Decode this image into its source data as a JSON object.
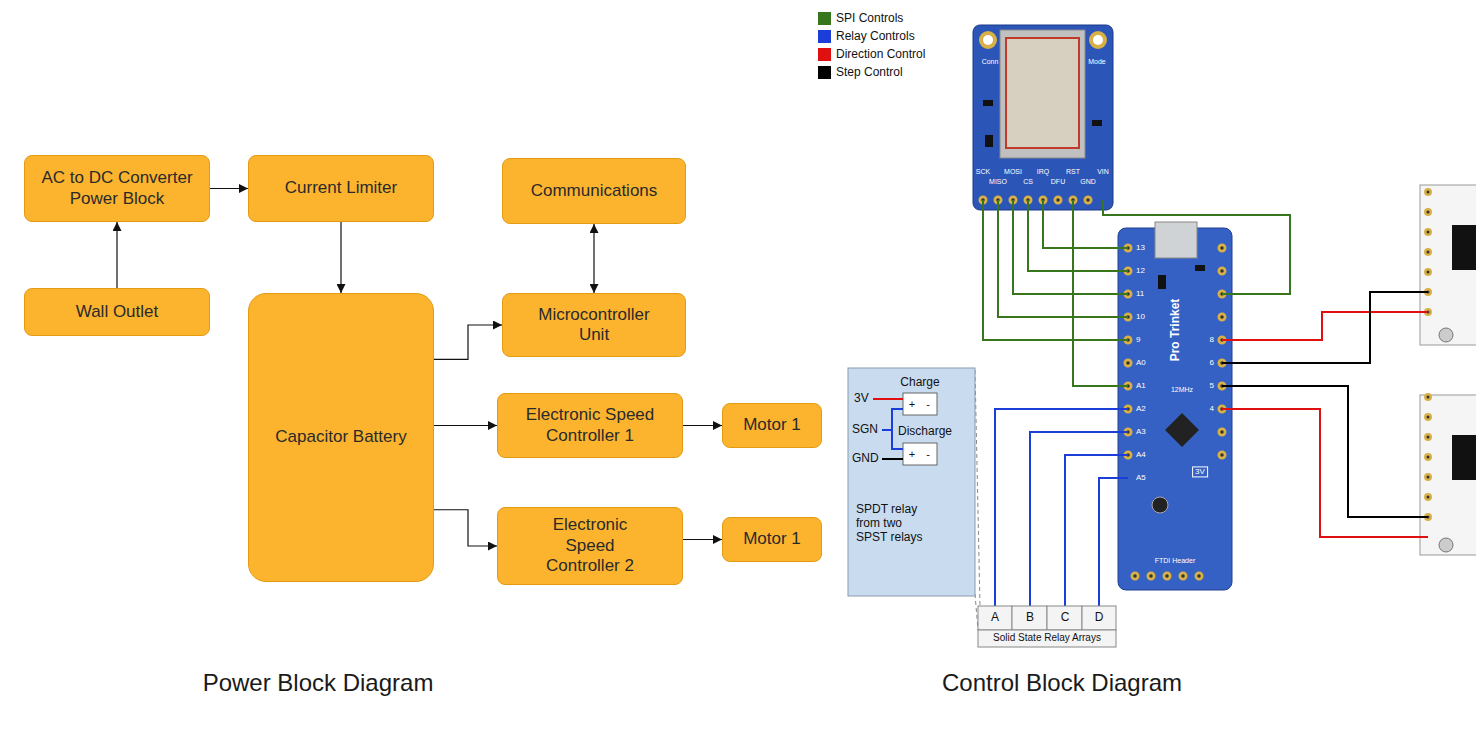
{
  "diagram": {
    "nodes": [
      {
        "text": [
          "AC to DC Converter Power Block"
        ]
      },
      {
        "text": [
          "Current Limiter"
        ]
      },
      {
        "text": [
          "Communications"
        ]
      },
      {
        "text": [
          "Wall Outlet"
        ]
      },
      {
        "text": [
          "Capacitor Battery"
        ]
      },
      {
        "text": [
          "Microcontroller Unit"
        ]
      },
      {
        "text": [
          "Electronic Speed Controller 1"
        ]
      },
      {
        "text": [
          "Motor 1"
        ]
      },
      {
        "text": [
          "Electronic Speed Controller 2"
        ]
      },
      {
        "text": [
          "Motor 1"
        ]
      }
    ],
    "edges": [
      {
        "from": 3,
        "to": 0,
        "arrow": "to"
      },
      {
        "from": 0,
        "to": 1,
        "arrow": "to"
      },
      {
        "from": 1,
        "to": 4,
        "arrow": "to"
      },
      {
        "from": 4,
        "to": 5,
        "arrow": "to"
      },
      {
        "from": 5,
        "to": 2,
        "arrow": "both"
      },
      {
        "from": 4,
        "to": 6,
        "arrow": "to"
      },
      {
        "from": 4,
        "to": 8,
        "arrow": "to"
      },
      {
        "from": 6,
        "to": 7,
        "arrow": "to"
      },
      {
        "from": 8,
        "to": 9,
        "arrow": "to"
      }
    ],
    "labels": [
      "Power Block Diagram",
      "Control Block Diagram",
      "Conn",
      "Mode",
      "SCK",
      "MISO",
      "MOSI",
      "CS",
      "IRQ",
      "DFU",
      "RST",
      "GND",
      "VIN",
      "Pro Trinket",
      "3V",
      "12MHz",
      "FTDI Header",
      "13",
      "12",
      "11",
      "10",
      "9",
      "A0",
      "A1",
      "A2",
      "A3",
      "A4",
      "A5",
      "8",
      "6",
      "5",
      "4",
      "3V",
      "Charge",
      "+",
      "-",
      "SGN",
      "Discharge",
      "+",
      "-",
      "GND",
      "SPDT relay from two SPST relays",
      "A",
      "B",
      "C",
      "D",
      "Solid State Relay Arrays"
    ],
    "legend": [
      {
        "text": "SPI Controls",
        "color": "#38761d"
      },
      {
        "text": "Relay Controls",
        "color": "#1c3ed8"
      },
      {
        "text": "Direction Control",
        "color": "#e01010"
      },
      {
        "text": "Step Control",
        "color": "#000000"
      }
    ]
  }
}
